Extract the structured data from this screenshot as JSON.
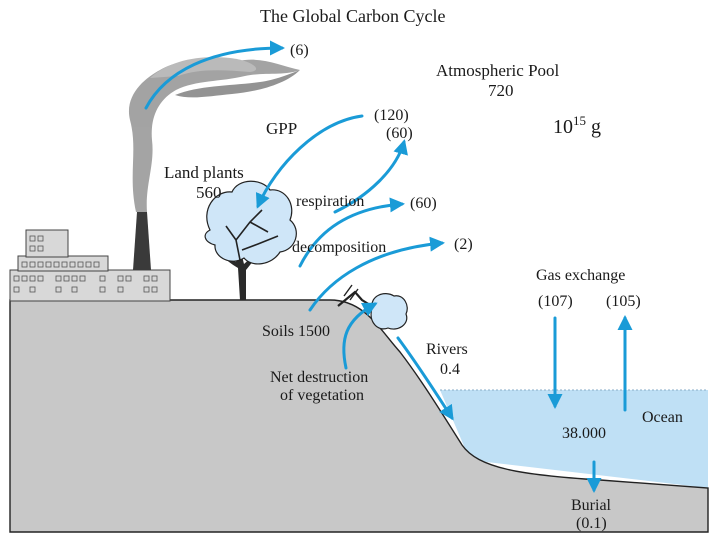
{
  "title": "The Global Carbon Cycle",
  "atmosphere": {
    "label": "Atmospheric Pool",
    "value": "720"
  },
  "unit": {
    "base": "10",
    "exponent": "15",
    "suffix": " g"
  },
  "flows": {
    "fossil": "(6)",
    "gpp_label": "GPP",
    "gpp_value": "(120)",
    "plant_respiration_value": "(60)",
    "respiration_label": "respiration",
    "soil_respiration_value": "(60)",
    "decomposition_label": "decomposition",
    "net_destruction_value": "(2)",
    "gas_exchange_label": "Gas exchange",
    "gas_in": "(107)",
    "gas_out": "(105)"
  },
  "pools": {
    "land_plants_label": "Land plants",
    "land_plants_value": "560",
    "soils": "Soils 1500",
    "ocean_label": "Ocean",
    "ocean_value": "38.000"
  },
  "rivers": {
    "label": "Rivers",
    "value": "0.4"
  },
  "net_destruction": {
    "line1": "Net destruction",
    "line2": "of vegetation"
  },
  "burial": {
    "label": "Burial",
    "value": "(0.1)"
  },
  "colors": {
    "arrow": "#1a9bd7",
    "ocean": "#bfe0f5",
    "land": "#c8c8c8",
    "tree_fill": "#cfe6f8",
    "smoke": "#9a9a9a"
  }
}
